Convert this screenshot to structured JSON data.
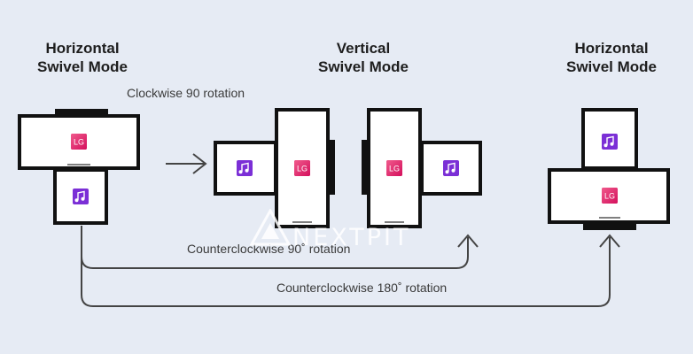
{
  "titles": {
    "left": [
      "Horizontal",
      "Swivel Mode"
    ],
    "center": [
      "Vertical",
      "Swivel Mode"
    ],
    "right": [
      "Horizontal",
      "Swivel Mode"
    ]
  },
  "labels": {
    "clockwise": "Clockwise 90 rotation",
    "ccw90": "Counterclockwise 90˚ rotation",
    "ccw180": "Counterclockwise 180˚ rotation"
  },
  "logo_text": "LG",
  "watermark": "NEXTPIT",
  "icons": {
    "app": "lg-logo-icon",
    "music": "music-note-icon"
  },
  "colors": {
    "background": "#e6ebf4",
    "screen_border": "#111111",
    "lg_pink": "#e6186a",
    "music_purple": "#7b2fd6",
    "arrow": "#444444"
  }
}
